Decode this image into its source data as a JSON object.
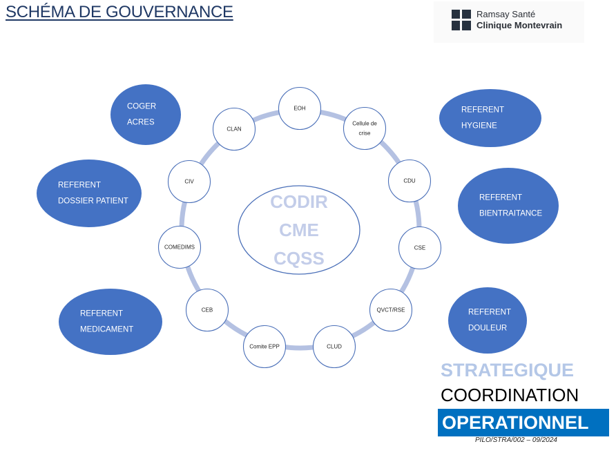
{
  "title": "SCHÉMA DE GOUVERNANCE",
  "logo": {
    "brand": "Ramsay Santé",
    "site": "Clinique Montevrain",
    "mark_color": "#26313f"
  },
  "center": {
    "lines": [
      "CODIR",
      "CME",
      "CQSS"
    ],
    "text_color": "#c3cde9",
    "border_color": "#4a6fb8"
  },
  "ring_color": "#b4c1e2",
  "committees": [
    {
      "id": "eoh",
      "lines": [
        "EOH"
      ]
    },
    {
      "id": "cellule-de-crise",
      "lines": [
        "Cellule de",
        "crise"
      ]
    },
    {
      "id": "cdu",
      "lines": [
        "CDU"
      ]
    },
    {
      "id": "cse",
      "lines": [
        "CSE"
      ]
    },
    {
      "id": "qvct-rse",
      "lines": [
        "QVCT/RSE"
      ]
    },
    {
      "id": "clud",
      "lines": [
        "CLUD"
      ]
    },
    {
      "id": "comite-epp",
      "lines": [
        "Comite EPP"
      ]
    },
    {
      "id": "ceb",
      "lines": [
        "CEB"
      ]
    },
    {
      "id": "comedims",
      "lines": [
        "COMEDIMS"
      ]
    },
    {
      "id": "civ",
      "lines": [
        "CIV"
      ]
    },
    {
      "id": "clan",
      "lines": [
        "CLAN"
      ]
    }
  ],
  "referents": [
    {
      "id": "coger-acres",
      "lines": [
        "COGER",
        "ACRES"
      ]
    },
    {
      "id": "referent-dossier-patient",
      "lines": [
        "REFERENT",
        "DOSSIER PATIENT"
      ]
    },
    {
      "id": "referent-medicament",
      "lines": [
        "REFERENT",
        "MEDICAMENT"
      ]
    },
    {
      "id": "referent-hygiene",
      "lines": [
        "REFERENT",
        "HYGIENE"
      ]
    },
    {
      "id": "referent-bientraitance",
      "lines": [
        "REFERENT",
        "BIENTRAITANCE"
      ]
    },
    {
      "id": "referent-douleur",
      "lines": [
        "REFERENT",
        "DOULEUR"
      ]
    }
  ],
  "referent_color": "#4472c4",
  "legend": {
    "strategique": "STRATEGIQUE",
    "coordination": "COORDINATION",
    "operationnel": "OPERATIONNEL",
    "strategique_color": "#b4c7e7",
    "operationnel_bg": "#0070c0"
  },
  "reference_code": "PILO/STRA/002 – 09/2024"
}
